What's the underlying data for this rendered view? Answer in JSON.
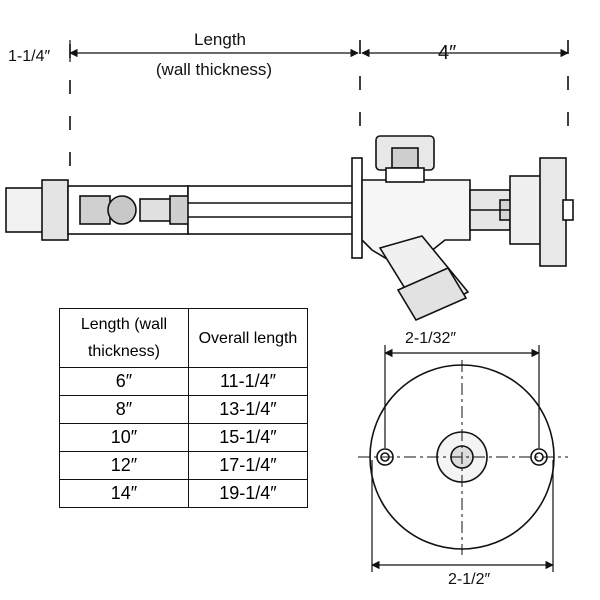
{
  "dimensions": {
    "wall_flange_thickness": "1-1/4″",
    "length_label": "Length",
    "length_sublabel": "(wall thickness)",
    "outside_length": "4″",
    "face_diameter": "2-1/32″",
    "flange_diameter": "2-1/2″"
  },
  "table": {
    "headers": [
      "Length (wall thickness)",
      "Overall length"
    ],
    "rows": [
      [
        "6″",
        "11-1/4″"
      ],
      [
        "8″",
        "13-1/4″"
      ],
      [
        "10″",
        "15-1/4″"
      ],
      [
        "12″",
        "17-1/4″"
      ],
      [
        "14″",
        "19-1/4″"
      ]
    ]
  }
}
